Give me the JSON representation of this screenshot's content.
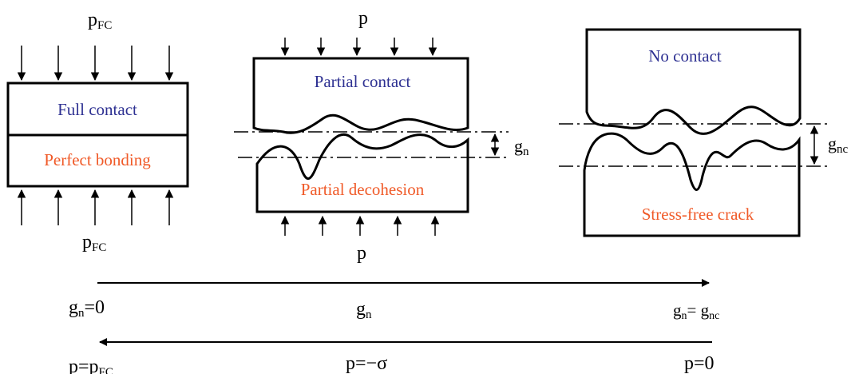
{
  "colors": {
    "blue_text": "#2e3192",
    "red_text": "#f05a28",
    "line": "#000000"
  },
  "panel_full": {
    "top_load": {
      "base": "p",
      "sub": "FC"
    },
    "bottom_load": {
      "base": "p",
      "sub": "FC"
    },
    "upper_label": "Full contact",
    "lower_label": "Perfect bonding"
  },
  "panel_partial": {
    "top_load": "p",
    "bottom_load": "p",
    "upper_label": "Partial contact",
    "lower_label": "Partial decohesion",
    "gap": {
      "base": "g",
      "sub": "n"
    }
  },
  "panel_none": {
    "upper_label": "No contact",
    "lower_label": "Stress-free crack",
    "gap": {
      "base": "g",
      "sub": "nc"
    }
  },
  "axis_gap": {
    "left": {
      "base": "g",
      "sub": "n",
      "tail": "=0"
    },
    "middle": {
      "base": "g",
      "sub": "n"
    },
    "right": {
      "base": "g",
      "sub": "n",
      "mid": "= g",
      "sub2": "nc"
    }
  },
  "axis_pressure": {
    "left": {
      "base": "p=p",
      "sub": "FC"
    },
    "middle": "p=−σ",
    "right": "p=0"
  }
}
